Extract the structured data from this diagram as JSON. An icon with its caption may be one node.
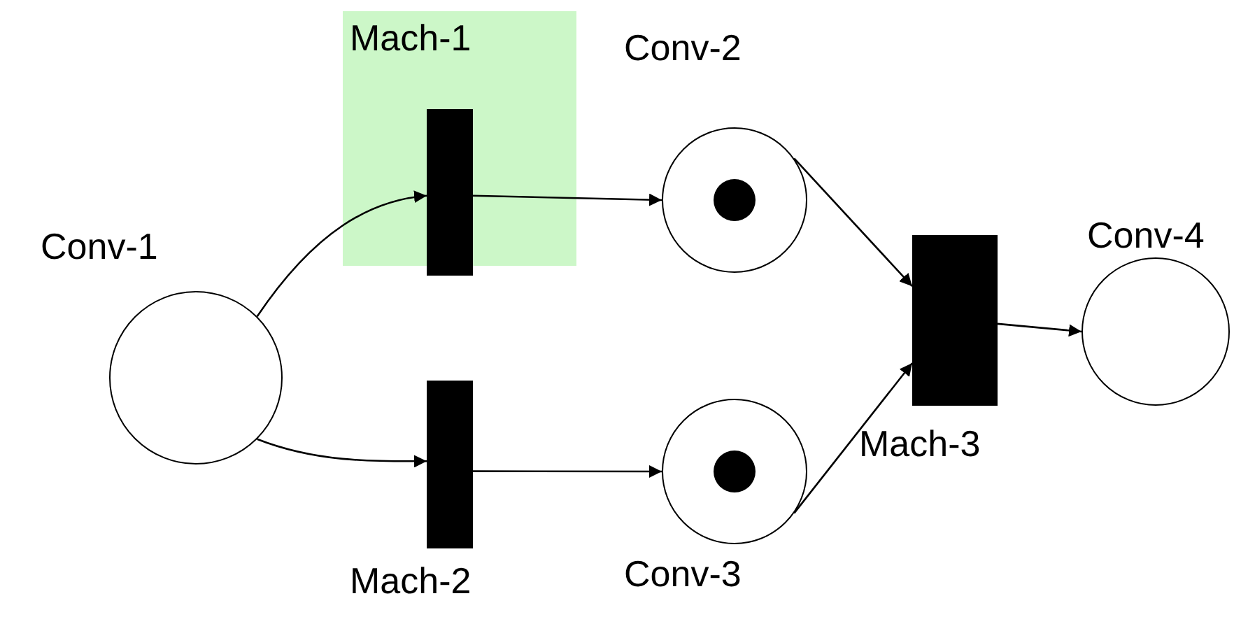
{
  "diagram": {
    "nodes": [
      {
        "text": [
          "Conv-1"
        ]
      },
      {
        "text": [],
        "shape": "box"
      },
      {
        "text": [
          "Mach-1"
        ],
        "in": 1
      },
      {
        "text": [
          "Conv-2"
        ]
      },
      {
        "text": [
          "Mach-2"
        ]
      },
      {
        "text": [
          "Conv-3"
        ]
      },
      {
        "text": [
          "Mach-3"
        ]
      },
      {
        "text": [
          "Conv-4"
        ]
      }
    ],
    "edges": [
      {
        "from": 0,
        "to": 2,
        "arrow": "to"
      },
      {
        "from": 0,
        "to": 4,
        "arrow": "to"
      },
      {
        "from": 2,
        "to": 3,
        "arrow": "to"
      },
      {
        "from": 4,
        "to": 5,
        "arrow": "to"
      },
      {
        "from": 3,
        "to": 6,
        "arrow": "to"
      },
      {
        "from": 5,
        "to": 6,
        "arrow": "to"
      },
      {
        "from": 6,
        "to": 7,
        "arrow": "to"
      }
    ]
  }
}
